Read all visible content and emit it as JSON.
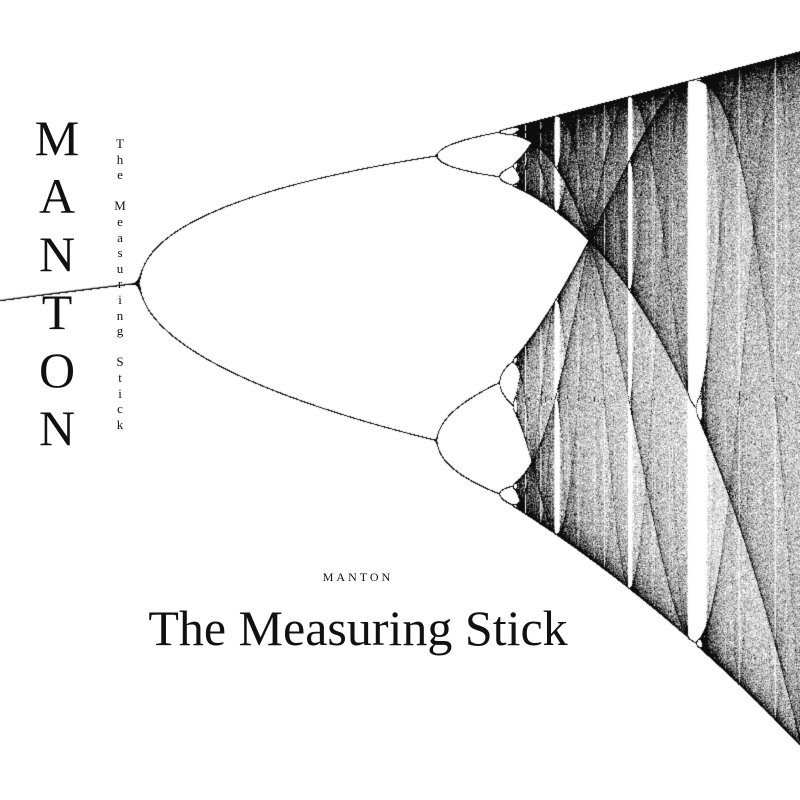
{
  "cover": {
    "artist": "MANTON",
    "title": "The Measuring Stick",
    "side_artist": "MANTON",
    "side_title": "The Measuring Stick"
  },
  "diagram": {
    "type": "logistic-map-bifurcation",
    "r_range": [
      2.79,
      4.0
    ],
    "ink_color": "#000000"
  }
}
